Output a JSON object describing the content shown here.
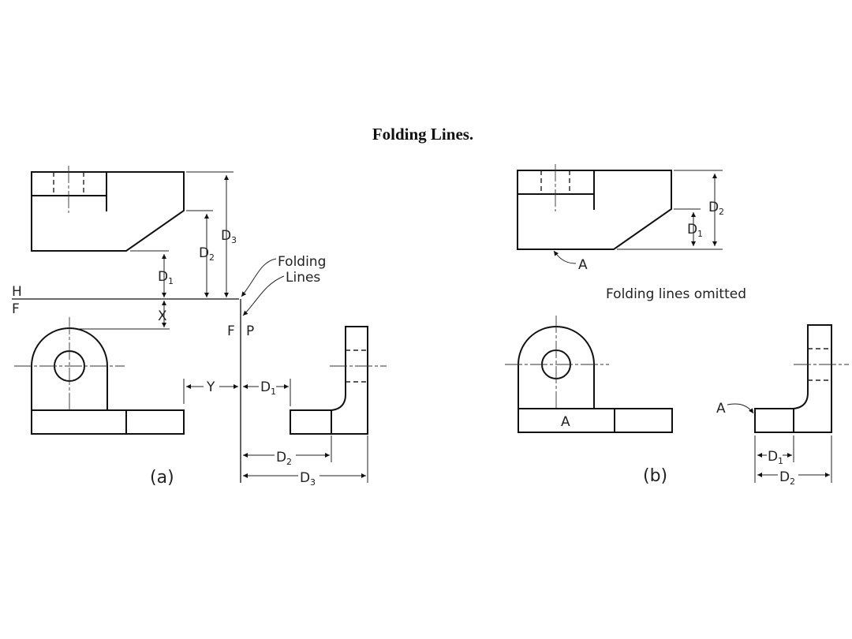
{
  "title": "Folding Lines.",
  "labels": {
    "folding_lines_1": "Folding",
    "folding_lines_2": "Lines",
    "fold_h": "H",
    "fold_f": "F",
    "fold_f2": "F",
    "fold_p": "P",
    "x": "X",
    "y": "Y",
    "d": "D",
    "sub1": "1",
    "sub2": "2",
    "sub3": "3",
    "caption_a": "(a)",
    "caption_b": "(b)",
    "omitted": "Folding lines omitted",
    "surface_a": "A"
  }
}
